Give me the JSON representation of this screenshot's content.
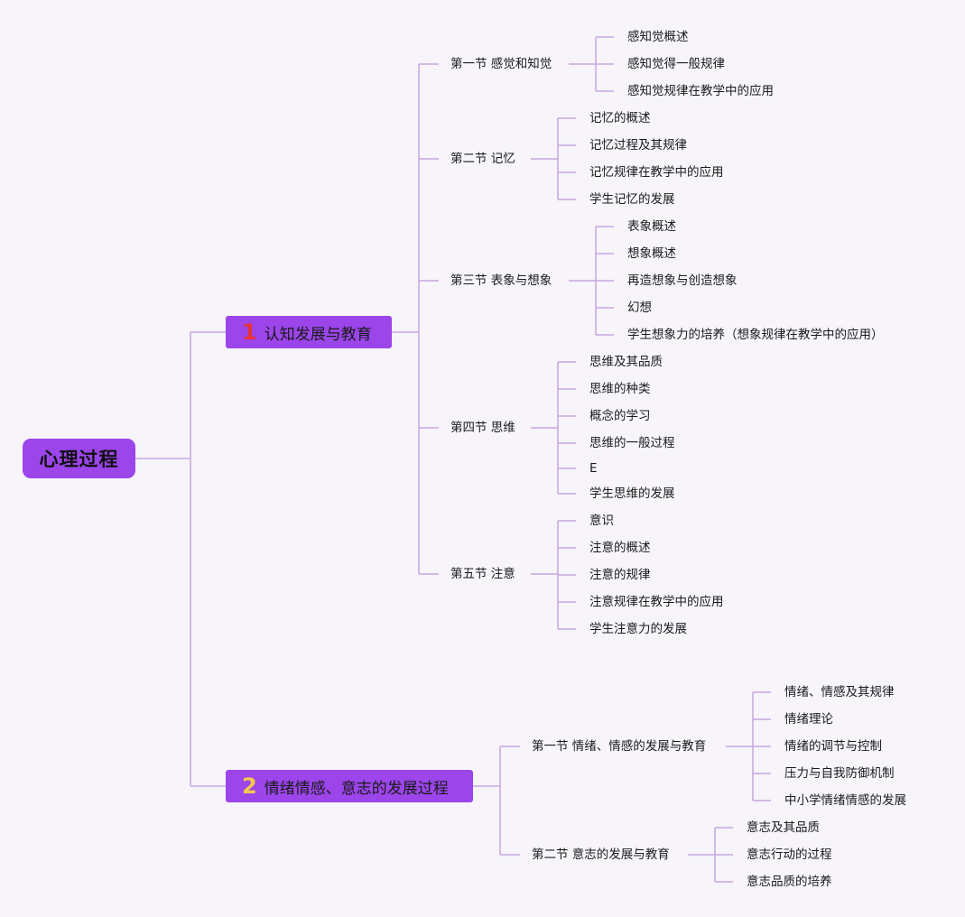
{
  "root": {
    "label": "心理过程"
  },
  "branches": [
    {
      "num": "1",
      "label": "认知发展与教育",
      "sections": [
        {
          "label": "第一节 感觉和知觉",
          "items": [
            "感知觉概述",
            "感知觉得一般规律",
            "感知觉规律在教学中的应用"
          ]
        },
        {
          "label": "第二节 记忆",
          "items": [
            "记忆的概述",
            "记忆过程及其规律",
            "记忆规律在教学中的应用",
            "学生记忆的发展"
          ]
        },
        {
          "label": "第三节 表象与想象",
          "items": [
            "表象概述",
            "想象概述",
            "再造想象与创造想象",
            "幻想",
            "学生想象力的培养（想象规律在教学中的应用）"
          ]
        },
        {
          "label": "第四节 思维",
          "items": [
            "思维及其品质",
            "思维的种类",
            "概念的学习",
            "思维的一般过程",
            "E",
            "学生思维的发展"
          ]
        },
        {
          "label": "第五节 注意",
          "items": [
            "意识",
            "注意的概述",
            "注意的规律",
            "注意规律在教学中的应用",
            "学生注意力的发展"
          ]
        }
      ]
    },
    {
      "num": "2",
      "label": "情绪情感、意志的发展过程",
      "sections": [
        {
          "label": "第一节 情绪、情感的发展与教育",
          "items": [
            "情绪、情感及其规律",
            "情绪理论",
            "情绪的调节与控制",
            "压力与自我防御机制",
            "中小学情绪情感的发展"
          ]
        },
        {
          "label": "第二节 意志的发展与教育",
          "items": [
            "意志及其品质",
            "意志行动的过程",
            "意志品质的培养"
          ]
        }
      ]
    }
  ],
  "colors": {
    "node_fill": "#9b45ea",
    "line": "#c6a6e0",
    "num1": "#e8323a",
    "num2": "#f5c84a"
  }
}
